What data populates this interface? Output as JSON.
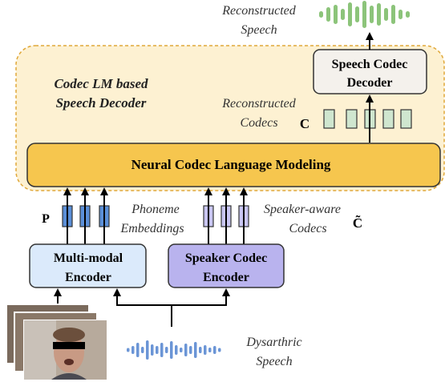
{
  "top_label": [
    "Reconstructed",
    "Speech"
  ],
  "panel": {
    "title": [
      "Codec LM based",
      "Speech Decoder"
    ],
    "fill": "#fdf1d2",
    "border": "#e0a83a"
  },
  "speech_codec_decoder": [
    "Speech Codec",
    "Decoder"
  ],
  "reconstructed_codecs_label": [
    "Reconstructed",
    "Codecs"
  ],
  "codec_symbol_c": "C",
  "nclm_label": "Neural Codec Language Modeling",
  "phoneme_symbol": "P",
  "phoneme_label": [
    "Phoneme",
    "Embeddings"
  ],
  "speaker_aware_label": [
    "Speaker-aware",
    "Codecs"
  ],
  "speaker_symbol": "C̃",
  "multimodal_encoder": [
    "Multi-modal",
    "Encoder"
  ],
  "speaker_codec_encoder": [
    "Speaker Codec",
    "Encoder"
  ],
  "dysarthric_label": [
    "Dysarthric",
    "Speech"
  ],
  "colors": {
    "green_wave": "#8cc47a",
    "blue_wave": "#6b95d6",
    "codec_token": "#cfe6cf",
    "phoneme_token": "#5b8fd8",
    "speaker_token": "#c9c6f2",
    "multimodal_fill": "#dbeafb",
    "speaker_encoder_fill": "#b9b3ee",
    "nclm_fill": "#f6c64e",
    "decoder_fill": "#f4f1ec"
  },
  "icons": [
    "video-frames-icon",
    "dysarthric-waveform-icon",
    "speech-waveform-icon"
  ]
}
